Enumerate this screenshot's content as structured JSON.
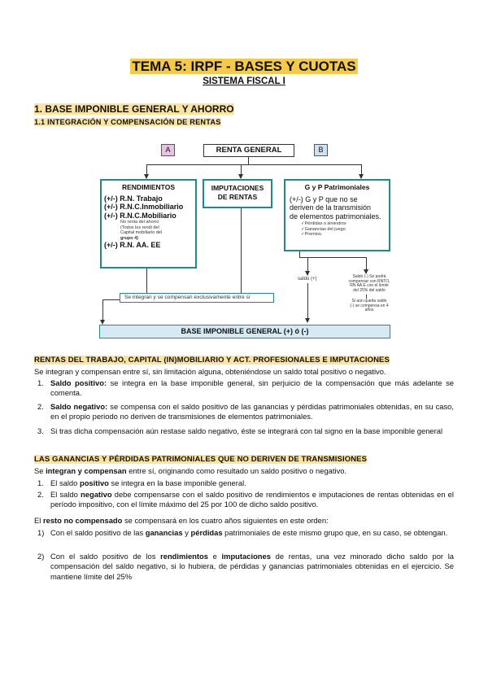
{
  "header": {
    "title": "TEMA 5: IRPF - BASES Y CUOTAS",
    "subtitle": "SISTEMA FISCAL I"
  },
  "section1": {
    "heading": "1. BASE IMPONIBLE GENERAL Y AHORRO",
    "subheading": "1.1 INTEGRACIÓN Y COMPENSACIÓN DE RENTAS"
  },
  "diagram": {
    "tag_a": "A",
    "tag_b": "B",
    "renta_general": "RENTA GENERAL",
    "rendimientos": {
      "title": "RENDIMIENTOS",
      "l1": "(+/-) R.N. Trabajo",
      "l2": "(+/-) R.N.C.Inmobiliario",
      "l3": "(+/-) R.N.C.Mobiliario",
      "note1": "No renta del ahorro",
      "note2": "(Todos los rendi del",
      "note3": "Capital mobiliario del",
      "note4": "grupo 4)",
      "l4": "(+/-) R.N. AA. EE"
    },
    "imputaciones": {
      "l1": "IMPUTACIONES",
      "l2": "DE RENTAS"
    },
    "gyp": {
      "title": "G y P Patrimoniales",
      "l1": "(+/-) G y P que no se",
      "l2": "deriven de la transmisión",
      "l3": "de elementos patrimoniales.",
      "b1": "✓Pérdidas o siniestros",
      "b2": "✓Ganancias del juego",
      "b3": "✓Premios."
    },
    "compensan": "Se integran y se compensan exclusivamente entre sí",
    "saldo_pos": "saldo (+)",
    "saldo_neg1": "Saldo (-) Se podrá",
    "saldo_neg2": "compensar con RNTO,",
    "saldo_neg3": "RN AA E con el límite",
    "saldo_neg4": "del 25% del saldo",
    "saldo_rest1": "Si aún queda saldo",
    "saldo_rest2": "(-) se compensa en 4",
    "saldo_rest3": "años",
    "base": "BASE IMPONIBLE GENERAL (+) ó (-)"
  },
  "rentas": {
    "heading": "RENTAS DEL TRABAJO, CAPITAL (IN)MOBILIARIO Y ACT. PROFESIONALES E IMPUTACIONES",
    "intro": "Se integran y compensan entre sí, sin limitación alguna, obteniéndose un saldo total positivo o negativo.",
    "i1_bold": "Saldo positivo:",
    "i1_text": " se integra en la base imponible general, sin perjuicio de la compensación que más adelante se comenta.",
    "i2_bold": "Saldo negativo:",
    "i2_text": " se compensa con el saldo positivo de las ganancias y pérdidas patrimoniales obtenidas, en su caso, en el propio periodo no deriven de transmisiones de elementos patrimoniales.",
    "i3_text": "Si tras dicha compensación aún restase saldo negativo, éste se integrará con tal signo en la base imponible general"
  },
  "ganancias": {
    "heading": "LAS GANANCIAS Y PÉRDIDAS PATRIMONIALES QUE NO DERIVEN DE TRANSMISIONES",
    "intro_a": "Se ",
    "intro_b": "integran y compensan",
    "intro_c": " entre sí, originando como resultado un saldo positivo o negativo.",
    "i1_a": "El saldo ",
    "i1_b": "positivo",
    "i1_c": " se integra en la base imponible general.",
    "i2_a": "El saldo ",
    "i2_b": "negativo",
    "i2_c": " debe compensarse con el saldo positivo de rendimientos e imputaciones de rentas obtenidas en el período impositivo, con el límite máximo del 25 por 100 de dicho saldo positivo.",
    "resto_a": "El ",
    "resto_b": "resto no compensado",
    "resto_c": " se compensará en los cuatro años siguientes en este orden:",
    "r1_a": "Con el saldo positivo de las ",
    "r1_b": "ganancias",
    "r1_c": " y ",
    "r1_d": "pérdidas",
    "r1_e": " patrimoniales de este mismo grupo que, en su caso, se obtengan.",
    "r2_a": "Con el saldo positivo de los ",
    "r2_b": "rendimientos",
    "r2_c": " e ",
    "r2_d": "imputaciones",
    "r2_e": " de rentas, una vez minorado dicho saldo por la compensación del saldo negativo, si lo hubiera, de pérdidas y ganancias patrimoniales obtenidas en el ejercicio. Se mantiene límite del 25%"
  }
}
